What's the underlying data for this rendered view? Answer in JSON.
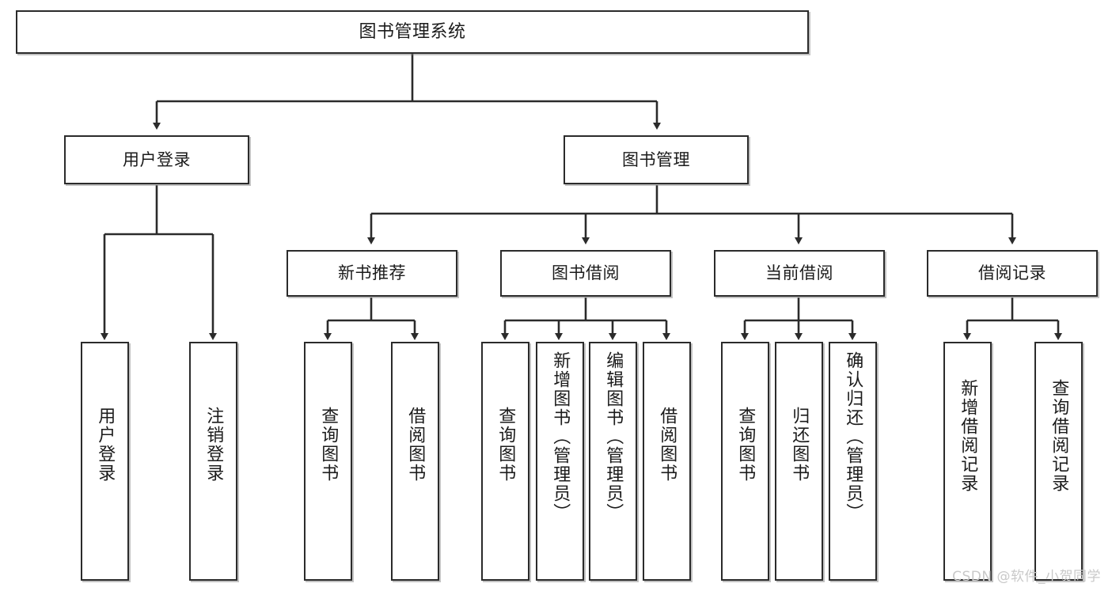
{
  "diagram": {
    "title": "图书管理系统",
    "watermark": "CSDN @软件_小贺同学",
    "level2": {
      "user_login": "用户登录",
      "book_manage": "图书管理"
    },
    "level3": {
      "new_book_recommend": "新书推荐",
      "book_borrow": "图书借阅",
      "current_borrow": "当前借阅",
      "borrow_record": "借阅记录"
    },
    "leaves": {
      "user_login_child_1": "用户登录",
      "user_login_child_2": "注销登录",
      "recommend_child_1": "查询图书",
      "recommend_child_2": "借阅图书",
      "borrow_child_1": "查询图书",
      "borrow_child_2": "新增图书（管理员）",
      "borrow_child_3": "编辑图书（管理员）",
      "borrow_child_4": "借阅图书",
      "current_child_1": "查询图书",
      "current_child_2": "归还图书",
      "current_child_3": "确认归还（管理员）",
      "record_child_1": "新增借阅记录",
      "record_child_2": "查询借阅记录"
    }
  },
  "style": {
    "line_color": "#2b2b2b",
    "box_fill": "#ffffff",
    "text_color": "#1b1b1b",
    "watermark_color": "#c9c9c9"
  }
}
